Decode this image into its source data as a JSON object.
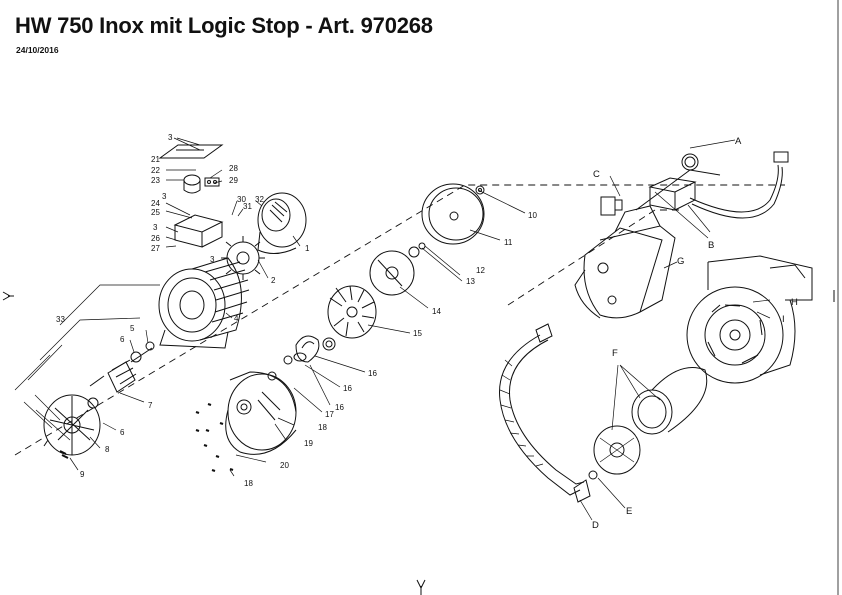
{
  "header": {
    "title": "HW 750 Inox mit Logic Stop - Art. 970268",
    "date": "24/10/2016"
  },
  "callouts": {
    "c1": "1",
    "c2": "2",
    "c3a": "3",
    "c3b": "3",
    "c3c": "3",
    "c3d": "3",
    "c4": "4",
    "c5": "5",
    "c6a": "6",
    "c6b": "6",
    "c7": "7",
    "c8": "8",
    "c9": "9",
    "c10": "10",
    "c11": "11",
    "c12": "12",
    "c13": "13",
    "c14": "14",
    "c15": "15",
    "c16a": "16",
    "c16b": "16",
    "c16c": "16",
    "c17": "17",
    "c18a": "18",
    "c18b": "18",
    "c19": "19",
    "c20": "20",
    "c21": "21",
    "c22": "22",
    "c23": "23",
    "c24": "24",
    "c25": "25",
    "c26": "26",
    "c27": "27",
    "c28": "28",
    "c29": "29",
    "c30": "30",
    "c31": "31",
    "c32": "32",
    "c33": "33",
    "cA": "A",
    "cB": "B",
    "cC": "C",
    "cD": "D",
    "cE": "E",
    "cF": "F",
    "cG": "G",
    "cH": "H",
    "cI": "I"
  }
}
